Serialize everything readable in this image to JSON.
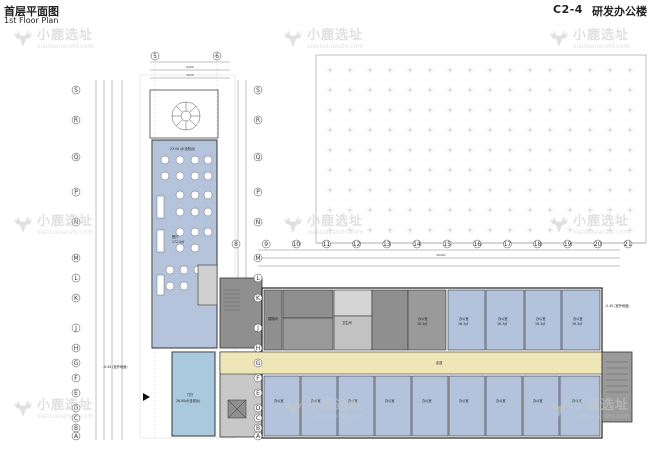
{
  "header": {
    "title_cn": "首层平面图",
    "title_en": "1st Floor Plan",
    "code": "C2-4",
    "building_name": "研发办公楼"
  },
  "watermark": {
    "brand": "小鹿选址",
    "url": "xiaoluxuanzhi.com"
  },
  "axes": {
    "left_rows": [
      "S",
      "R",
      "Q",
      "P",
      "N",
      "M",
      "L",
      "K",
      "J",
      "H",
      "G",
      "F",
      "E",
      "D",
      "C",
      "B",
      "A"
    ],
    "top_cols": [
      "5",
      "6"
    ],
    "mid_cols": [
      "8",
      "9",
      "10",
      "11",
      "12",
      "13",
      "14",
      "15",
      "16",
      "17",
      "18",
      "19",
      "20",
      "21"
    ]
  },
  "rooms": {
    "canteen_top": "23.00 ㎡(含阳台)",
    "canteen": "餐厅",
    "canteen_area": "172.5㎡",
    "lobby": "门厅",
    "lobby_area": "26.00㎡(含前台)",
    "office": "办公室",
    "office_area": "16.3㎡",
    "corridor": "走道",
    "toilet": "卫生间",
    "stair": "楼梯间",
    "annot_left": "-0.45 (室外地面)",
    "annot_right": "-0.45 (室外地面)"
  },
  "colors": {
    "office_fill": "#b3c3dc",
    "corridor_fill": "#efe6b8",
    "service_fill": "#8f8f8f",
    "lobby_fill": "#a9c9df"
  }
}
